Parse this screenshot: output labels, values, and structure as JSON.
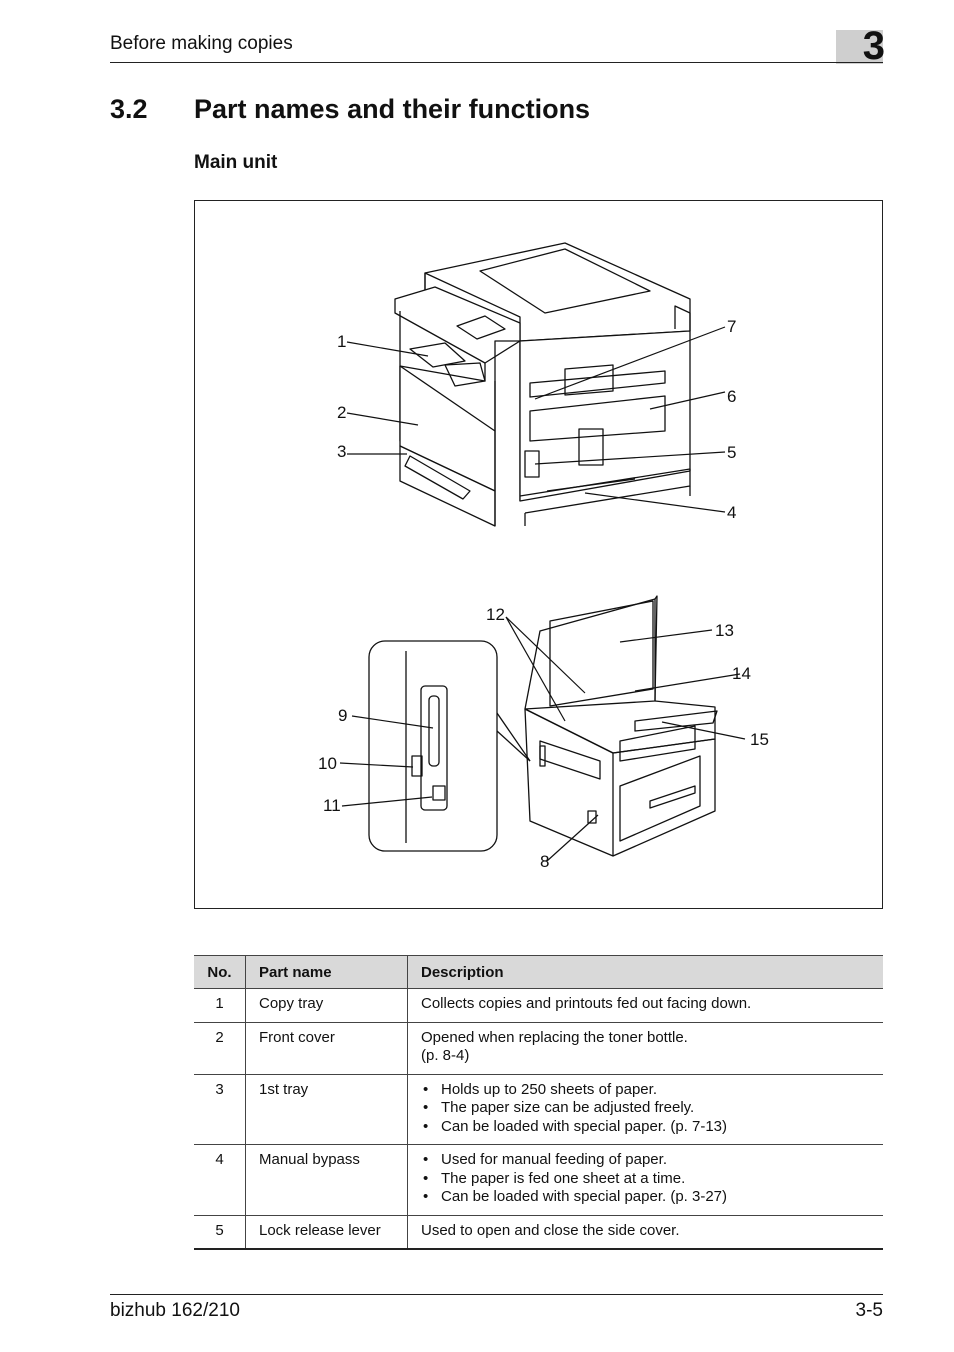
{
  "header": {
    "running_title": "Before making copies",
    "chapter_number": "3"
  },
  "section": {
    "number": "3.2",
    "title": "Part names and their functions"
  },
  "subsection": {
    "title": "Main unit"
  },
  "figure": {
    "callouts": [
      "1",
      "2",
      "3",
      "4",
      "5",
      "6",
      "7",
      "8",
      "9",
      "10",
      "11",
      "12",
      "13",
      "14",
      "15"
    ]
  },
  "table": {
    "headers": {
      "no": "No.",
      "part": "Part name",
      "description": "Description"
    },
    "rows": [
      {
        "no": "1",
        "part": "Copy tray",
        "text": "Collects copies and printouts fed out facing down."
      },
      {
        "no": "2",
        "part": "Front cover",
        "text": "Opened when replacing the toner bottle.",
        "text2": "(p. 8-4)"
      },
      {
        "no": "3",
        "part": "1st tray",
        "bullets": [
          "Holds up to 250 sheets of paper.",
          "The paper size can be adjusted freely.",
          "Can be loaded with special paper. (p. 7-13)"
        ]
      },
      {
        "no": "4",
        "part": "Manual bypass",
        "bullets": [
          "Used for manual feeding of paper.",
          "The paper is fed one sheet at a time.",
          "Can be loaded with special paper. (p. 3-27)"
        ]
      },
      {
        "no": "5",
        "part": "Lock release lever",
        "text": "Used to open and close the side cover."
      }
    ]
  },
  "footer": {
    "model": "bizhub 162/210",
    "page": "3-5"
  }
}
